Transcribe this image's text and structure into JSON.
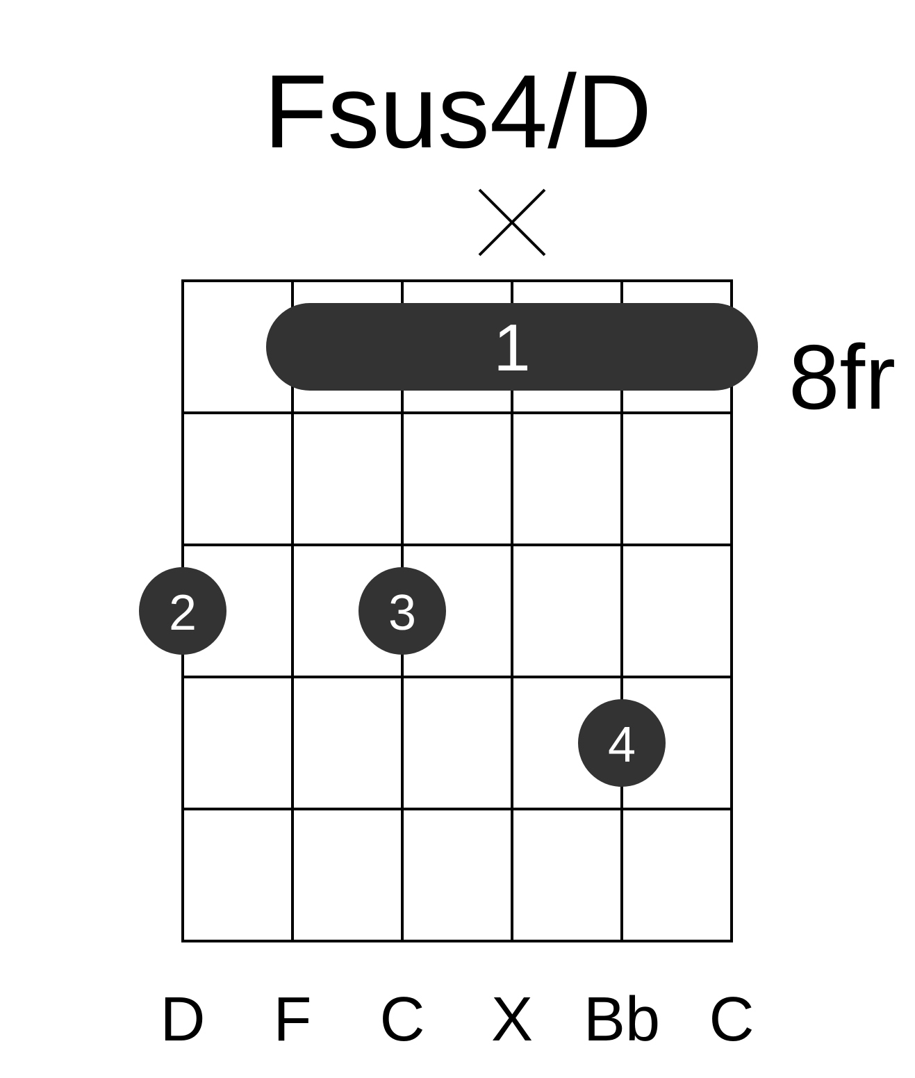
{
  "chord": {
    "name": "Fsus4/D",
    "position_label": "8fr",
    "string_notes": [
      "D",
      "F",
      "C",
      "X",
      "Bb",
      "C"
    ]
  },
  "diagram": {
    "type": "guitar-chord",
    "string_count": 6,
    "fret_count": 5,
    "muted_strings": [
      4
    ],
    "barre": {
      "fret": 1,
      "from_string": 2,
      "to_string": 6,
      "finger": "1"
    },
    "fingers": [
      {
        "string": 1,
        "fret": 3,
        "finger": "2"
      },
      {
        "string": 3,
        "fret": 3,
        "finger": "3"
      },
      {
        "string": 5,
        "fret": 4,
        "finger": "4"
      }
    ],
    "colors": {
      "line": "#000000",
      "dot": "#333333",
      "dot_text": "#ffffff",
      "background": "#ffffff"
    },
    "icons": {
      "muted": "x-mark-icon"
    }
  }
}
